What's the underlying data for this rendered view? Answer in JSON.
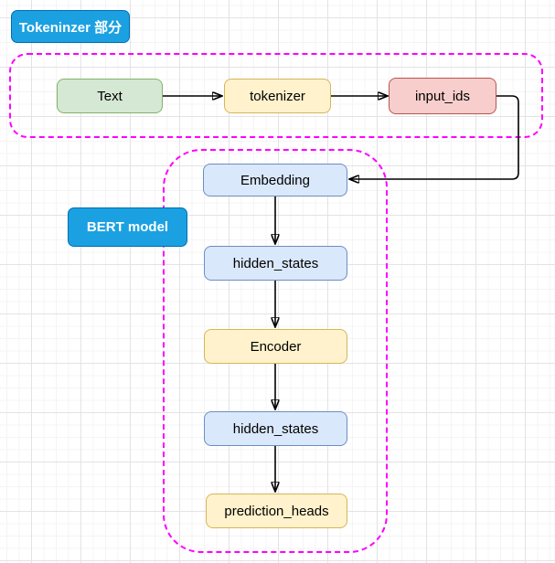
{
  "diagram": {
    "section_labels": [
      {
        "text": "Tokeninzer 部分"
      },
      {
        "text": "BERT model"
      }
    ],
    "nodes": {
      "text": {
        "label": "Text",
        "fill": "#D5E8D4",
        "border": "#82B366"
      },
      "tokenizer": {
        "label": "tokenizer",
        "fill": "#FFF2CC",
        "border": "#D6B656"
      },
      "input_ids": {
        "label": "input_ids",
        "fill": "#F8CECC",
        "border": "#B85450"
      },
      "embedding": {
        "label": "Embedding",
        "fill": "#DAE8FC",
        "border": "#6C8EBF"
      },
      "hidden_states_1": {
        "label": "hidden_states",
        "fill": "#DAE8FC",
        "border": "#6C8EBF"
      },
      "encoder": {
        "label": "Encoder",
        "fill": "#FFF2CC",
        "border": "#D6B656"
      },
      "hidden_states_2": {
        "label": "hidden_states",
        "fill": "#DAE8FC",
        "border": "#6C8EBF"
      },
      "prediction_heads": {
        "label": "prediction_heads",
        "fill": "#FFF2CC",
        "border": "#D6B656"
      }
    },
    "edges": [
      {
        "from": "text",
        "to": "tokenizer"
      },
      {
        "from": "tokenizer",
        "to": "input_ids"
      },
      {
        "from": "input_ids",
        "to": "embedding"
      },
      {
        "from": "embedding",
        "to": "hidden_states_1"
      },
      {
        "from": "hidden_states_1",
        "to": "encoder"
      },
      {
        "from": "encoder",
        "to": "hidden_states_2"
      },
      {
        "from": "hidden_states_2",
        "to": "prediction_heads"
      }
    ],
    "colors": {
      "section_label_fill": "#1BA1E2",
      "section_label_border": "#006EAF",
      "section_label_text": "#FFFFFF",
      "container_border": "#FF00FF",
      "arrow": "#000000",
      "grid_major": "#E3E3E6",
      "grid_minor": "#F4F4F6"
    }
  }
}
